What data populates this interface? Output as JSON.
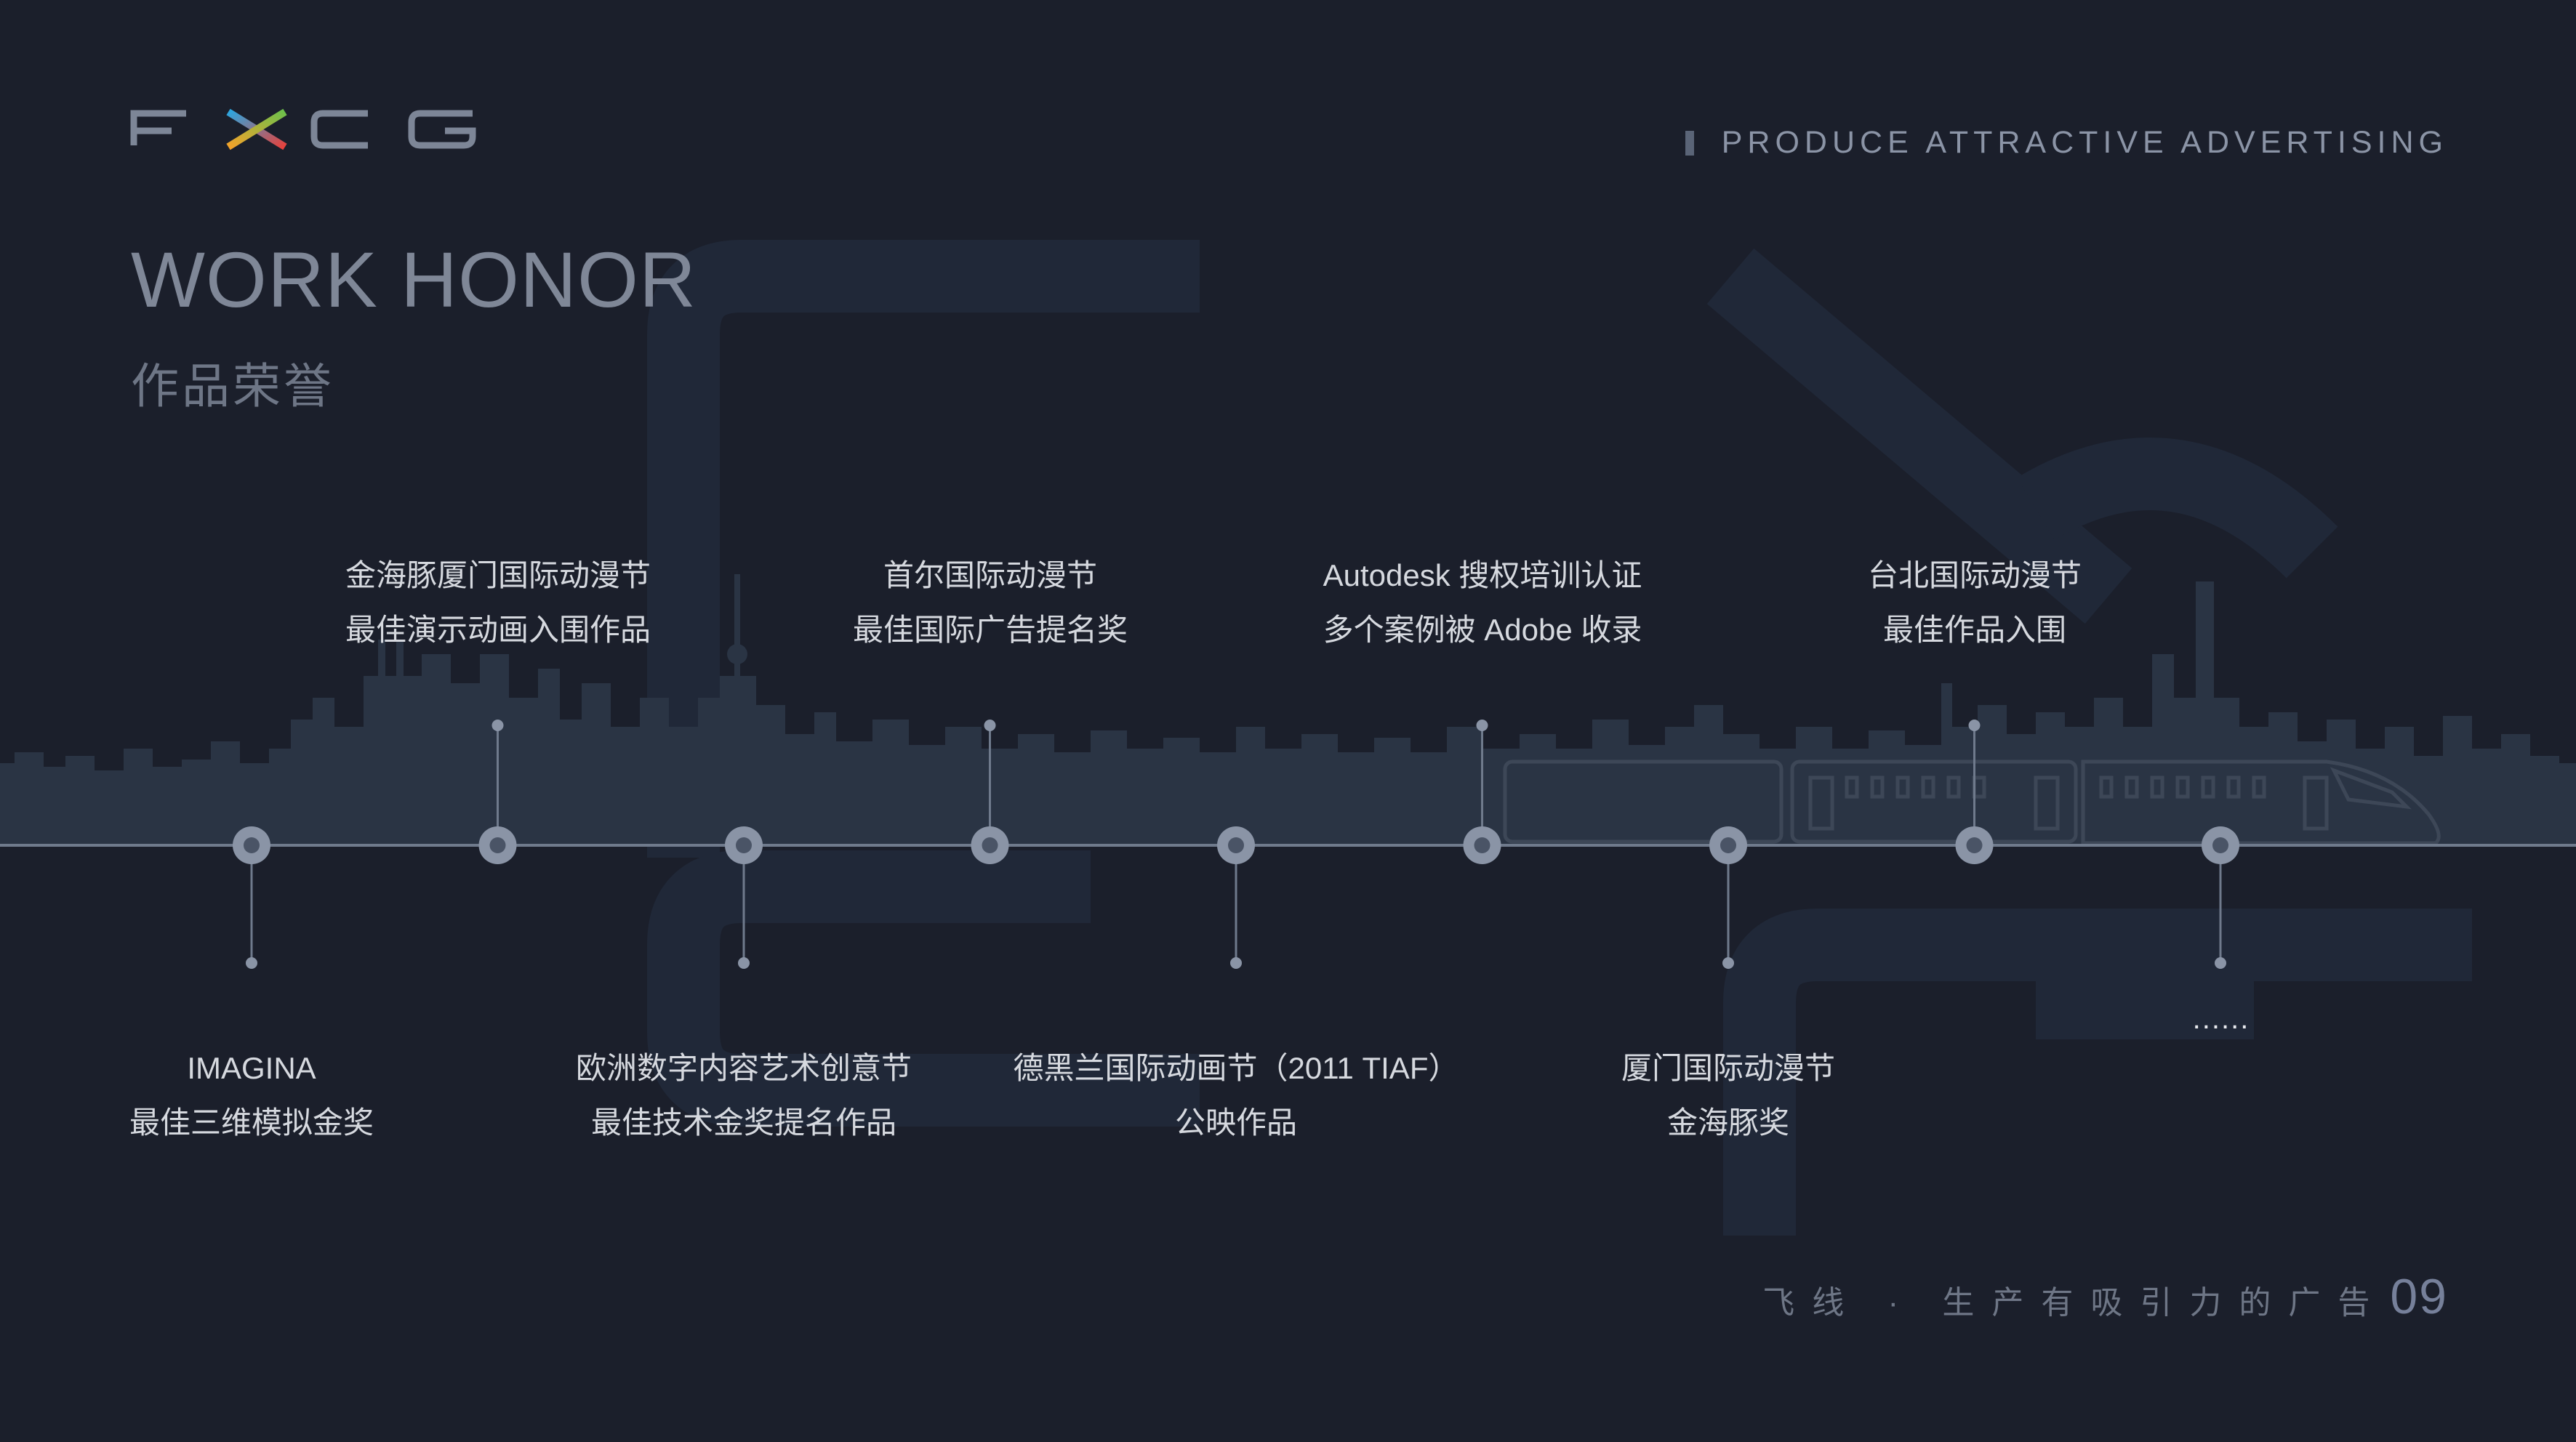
{
  "header": {
    "logo_text": "FXCG",
    "tagline": "PRODUCE ATTRACTIVE ADVERTISING"
  },
  "title": {
    "en": "WORK HONOR",
    "cn": "作品荣誉"
  },
  "timeline": {
    "upper": [
      {
        "line1": "金海豚厦门国际动漫节",
        "line2": "最佳演示动画入围作品"
      },
      {
        "line1": "首尔国际动漫节",
        "line2": "最佳国际广告提名奖"
      },
      {
        "line1": "Autodesk 搜权培训认证",
        "line2": "多个案例被 Adobe 收录"
      },
      {
        "line1": "台北国际动漫节",
        "line2": "最佳作品入围"
      }
    ],
    "lower": [
      {
        "line1": "IMAGINA",
        "line2": "最佳三维模拟金奖"
      },
      {
        "line1": "欧洲数字内容艺术创意节",
        "line2": "最佳技术金奖提名作品"
      },
      {
        "line1": "德黑兰国际动画节（2011 TIAF）",
        "line2": "公映作品"
      },
      {
        "line1": "厦门国际动漫节",
        "line2": "金海豚奖"
      }
    ],
    "more": "......"
  },
  "footer": {
    "slogan": "飞线 · 生产有吸引力的广告",
    "page_number": "09"
  },
  "colors": {
    "background": "#1b1f2b",
    "line": "#6f7a8c",
    "node": "#8a94a6",
    "skyline": "#2a3444"
  }
}
